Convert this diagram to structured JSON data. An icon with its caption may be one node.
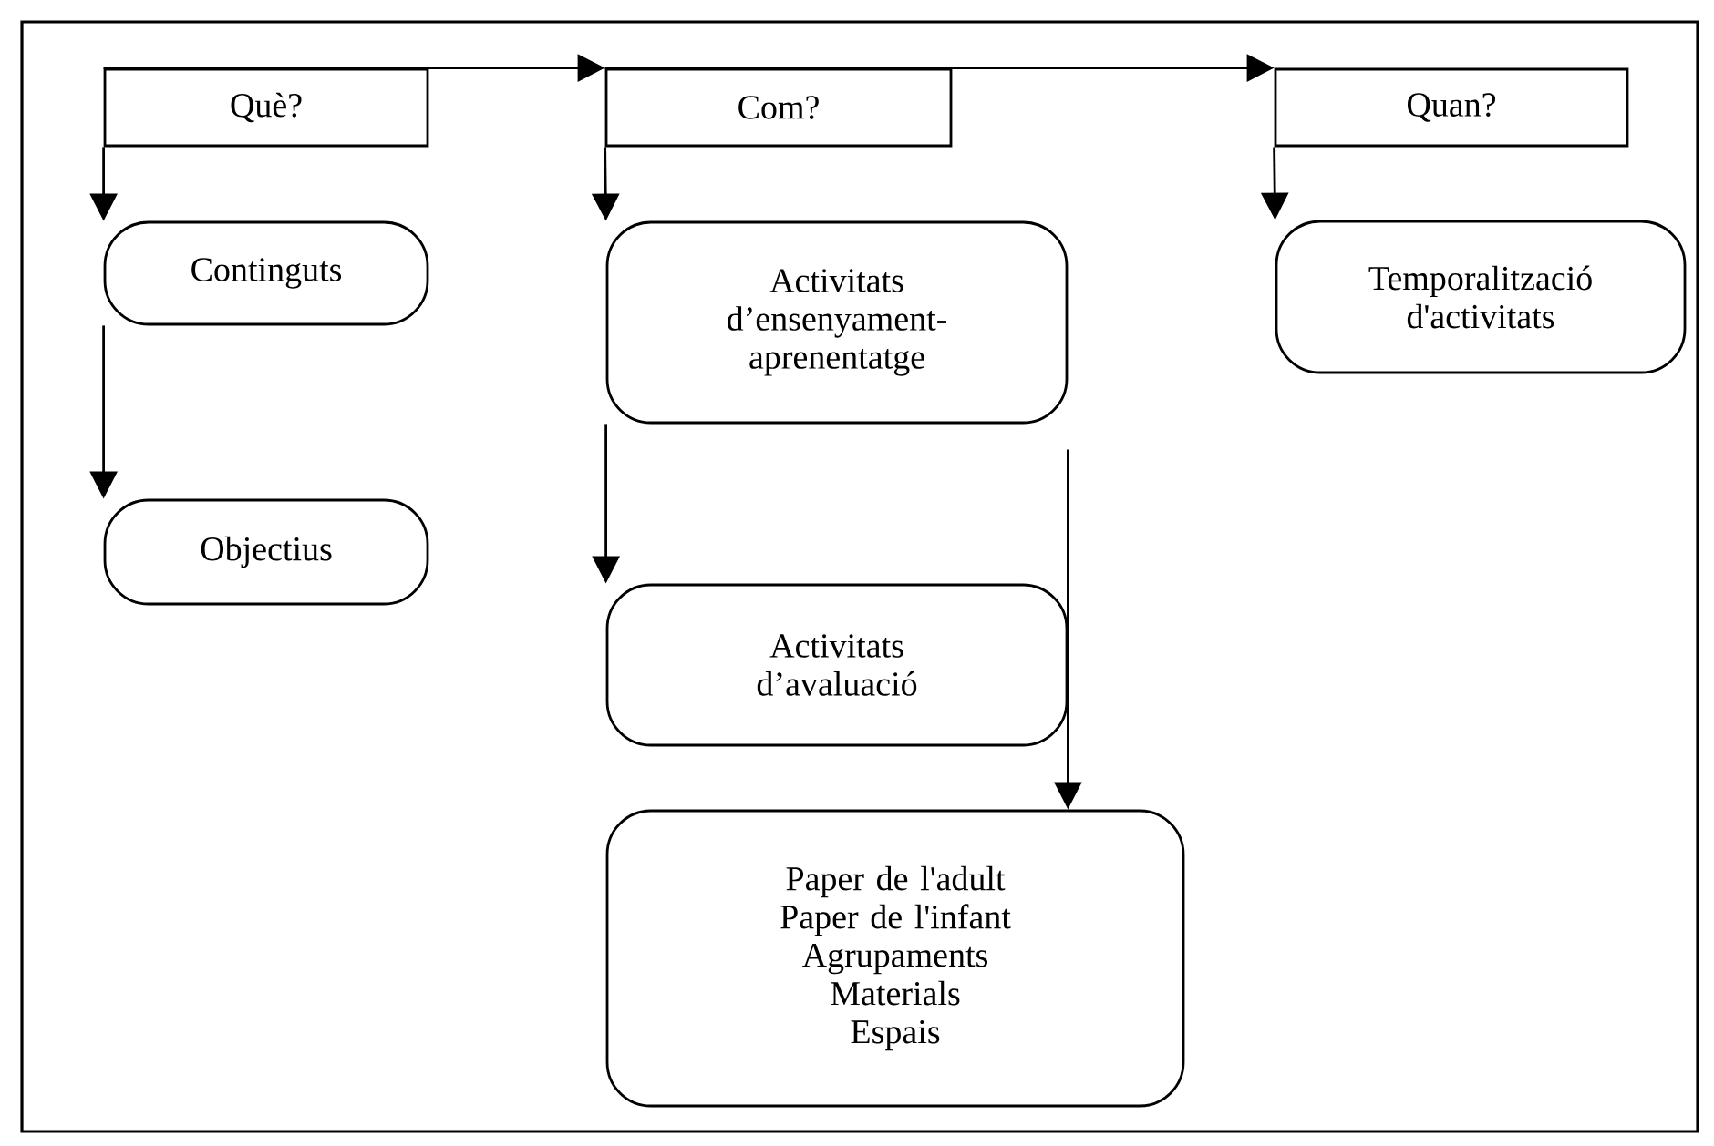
{
  "diagram": {
    "nodes": [
      {
        "text": [
          "Què?"
        ]
      },
      {
        "text": [
          "Continguts"
        ]
      },
      {
        "text": [
          "Objectius"
        ]
      },
      {
        "text": [
          "Com?"
        ]
      },
      {
        "text": [
          "Activitats d’ensenyament-aprenentatge"
        ]
      },
      {
        "text": [
          "Activitats d’avaluació"
        ]
      },
      {
        "text": [
          "Paper de l'adult",
          "Paper de l'infant",
          "Agrupaments",
          "Materials",
          "Espais"
        ]
      },
      {
        "text": [
          "Quan?"
        ]
      },
      {
        "text": [
          "Temporalització d'activitats"
        ]
      }
    ],
    "edges": [
      {
        "from": 0,
        "to": 3,
        "arrow": "to"
      },
      {
        "from": 3,
        "to": 7,
        "arrow": "to"
      },
      {
        "from": 0,
        "to": 1,
        "arrow": "to"
      },
      {
        "from": 1,
        "to": 2,
        "arrow": "to"
      },
      {
        "from": 3,
        "to": 4,
        "arrow": "to"
      },
      {
        "from": 4,
        "to": 5,
        "arrow": "to"
      },
      {
        "from": 4,
        "to": 6,
        "arrow": "to"
      },
      {
        "from": 7,
        "to": 8,
        "arrow": "to"
      }
    ]
  }
}
